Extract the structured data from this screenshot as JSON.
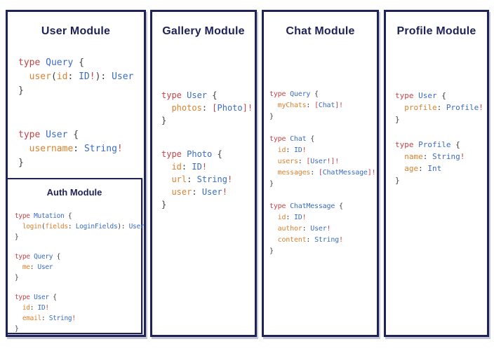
{
  "colors": {
    "navy": "#1f2257",
    "keyword_red": "#c0454a",
    "type_blue": "#3b6cc1",
    "field_orange": "#d9822f",
    "punctuation": "#3d3d3d",
    "background": "#ffffff"
  },
  "panels": [
    {
      "name": "user-module",
      "title": "User Module",
      "blocks": [
        [
          [
            [
              "type ",
              "kw"
            ],
            [
              "Query ",
              "ty"
            ],
            [
              "{",
              "pu"
            ]
          ],
          [
            [
              "  ",
              "pu"
            ],
            [
              "user",
              "fi"
            ],
            [
              "(",
              "pu"
            ],
            [
              "id",
              "fi"
            ],
            [
              ": ",
              "pu"
            ],
            [
              "ID",
              "ty"
            ],
            [
              "!",
              "bg"
            ],
            [
              "): ",
              "pu"
            ],
            [
              "User",
              "ty"
            ]
          ],
          [
            [
              "}",
              "pu"
            ]
          ]
        ],
        [
          [
            [
              "type ",
              "kw"
            ],
            [
              "User ",
              "ty"
            ],
            [
              "{",
              "pu"
            ]
          ],
          [
            [
              "  ",
              "pu"
            ],
            [
              "username",
              "fi"
            ],
            [
              ": ",
              "pu"
            ],
            [
              "String",
              "ty"
            ],
            [
              "!",
              "bg"
            ]
          ],
          [
            [
              "}",
              "pu"
            ]
          ]
        ]
      ],
      "nested": {
        "name": "auth-module",
        "title": "Auth Module",
        "blocks": [
          [
            [
              [
                "type ",
                "kw"
              ],
              [
                "Mutation ",
                "ty"
              ],
              [
                "{",
                "pu"
              ]
            ],
            [
              [
                "  ",
                "pu"
              ],
              [
                "login",
                "fi"
              ],
              [
                "(",
                "pu"
              ],
              [
                "fields",
                "fi"
              ],
              [
                ": ",
                "pu"
              ],
              [
                "LoginFields",
                "ty"
              ],
              [
                "): ",
                "pu"
              ],
              [
                "User",
                "ty"
              ]
            ],
            [
              [
                "}",
                "pu"
              ]
            ]
          ],
          [
            [
              [
                "type ",
                "kw"
              ],
              [
                "Query ",
                "ty"
              ],
              [
                "{",
                "pu"
              ]
            ],
            [
              [
                "  ",
                "pu"
              ],
              [
                "me",
                "fi"
              ],
              [
                ": ",
                "pu"
              ],
              [
                "User",
                "ty"
              ]
            ],
            [
              [
                "}",
                "pu"
              ]
            ]
          ],
          [
            [
              [
                "type ",
                "kw"
              ],
              [
                "User ",
                "ty"
              ],
              [
                "{",
                "pu"
              ]
            ],
            [
              [
                "  ",
                "pu"
              ],
              [
                "id",
                "fi"
              ],
              [
                ": ",
                "pu"
              ],
              [
                "ID",
                "ty"
              ],
              [
                "!",
                "bg"
              ]
            ],
            [
              [
                "  ",
                "pu"
              ],
              [
                "email",
                "fi"
              ],
              [
                ": ",
                "pu"
              ],
              [
                "String",
                "ty"
              ],
              [
                "!",
                "bg"
              ]
            ],
            [
              [
                "}",
                "pu"
              ]
            ]
          ]
        ]
      }
    },
    {
      "name": "gallery-module",
      "title": "Gallery Module",
      "blocks": [
        [
          [
            [
              "type ",
              "kw"
            ],
            [
              "User ",
              "ty"
            ],
            [
              "{",
              "pu"
            ]
          ],
          [
            [
              "  ",
              "pu"
            ],
            [
              "photos",
              "fi"
            ],
            [
              ": ",
              "pu"
            ],
            [
              "[",
              "bg"
            ],
            [
              "Photo",
              "ty"
            ],
            [
              "]",
              "bg"
            ],
            [
              "!",
              "bg"
            ]
          ],
          [
            [
              "}",
              "pu"
            ]
          ]
        ],
        [
          [
            [
              "type ",
              "kw"
            ],
            [
              "Photo ",
              "ty"
            ],
            [
              "{",
              "pu"
            ]
          ],
          [
            [
              "  ",
              "pu"
            ],
            [
              "id",
              "fi"
            ],
            [
              ": ",
              "pu"
            ],
            [
              "ID",
              "ty"
            ],
            [
              "!",
              "bg"
            ]
          ],
          [
            [
              "  ",
              "pu"
            ],
            [
              "url",
              "fi"
            ],
            [
              ": ",
              "pu"
            ],
            [
              "String",
              "ty"
            ],
            [
              "!",
              "bg"
            ]
          ],
          [
            [
              "  ",
              "pu"
            ],
            [
              "user",
              "fi"
            ],
            [
              ": ",
              "pu"
            ],
            [
              "User",
              "ty"
            ],
            [
              "!",
              "bg"
            ]
          ],
          [
            [
              "}",
              "pu"
            ]
          ]
        ]
      ]
    },
    {
      "name": "chat-module",
      "title": "Chat Module",
      "blocks": [
        [
          [
            [
              "type ",
              "kw"
            ],
            [
              "Query ",
              "ty"
            ],
            [
              "{",
              "pu"
            ]
          ],
          [
            [
              "  ",
              "pu"
            ],
            [
              "myChats",
              "fi"
            ],
            [
              ": ",
              "pu"
            ],
            [
              "[",
              "bg"
            ],
            [
              "Chat",
              "ty"
            ],
            [
              "]",
              "bg"
            ],
            [
              "!",
              "bg"
            ]
          ],
          [
            [
              "}",
              "pu"
            ]
          ]
        ],
        [
          [
            [
              "type ",
              "kw"
            ],
            [
              "Chat ",
              "ty"
            ],
            [
              "{",
              "pu"
            ]
          ],
          [
            [
              "  ",
              "pu"
            ],
            [
              "id",
              "fi"
            ],
            [
              ": ",
              "pu"
            ],
            [
              "ID",
              "ty"
            ],
            [
              "!",
              "bg"
            ]
          ],
          [
            [
              "  ",
              "pu"
            ],
            [
              "users",
              "fi"
            ],
            [
              ": ",
              "pu"
            ],
            [
              "[",
              "bg"
            ],
            [
              "User",
              "ty"
            ],
            [
              "!",
              "bg"
            ],
            [
              "]",
              "bg"
            ],
            [
              "!",
              "bg"
            ]
          ],
          [
            [
              "  ",
              "pu"
            ],
            [
              "messages",
              "fi"
            ],
            [
              ": ",
              "pu"
            ],
            [
              "[",
              "bg"
            ],
            [
              "ChatMessage",
              "ty"
            ],
            [
              "]",
              "bg"
            ],
            [
              "!",
              "bg"
            ]
          ],
          [
            [
              "}",
              "pu"
            ]
          ]
        ],
        [
          [
            [
              "type ",
              "kw"
            ],
            [
              "ChatMessage ",
              "ty"
            ],
            [
              "{",
              "pu"
            ]
          ],
          [
            [
              "  ",
              "pu"
            ],
            [
              "id",
              "fi"
            ],
            [
              ": ",
              "pu"
            ],
            [
              "ID",
              "ty"
            ],
            [
              "!",
              "bg"
            ]
          ],
          [
            [
              "  ",
              "pu"
            ],
            [
              "author",
              "fi"
            ],
            [
              ": ",
              "pu"
            ],
            [
              "User",
              "ty"
            ],
            [
              "!",
              "bg"
            ]
          ],
          [
            [
              "  ",
              "pu"
            ],
            [
              "content",
              "fi"
            ],
            [
              ": ",
              "pu"
            ],
            [
              "String",
              "ty"
            ],
            [
              "!",
              "bg"
            ]
          ],
          [
            [
              "}",
              "pu"
            ]
          ]
        ]
      ]
    },
    {
      "name": "profile-module",
      "title": "Profile Module",
      "blocks": [
        [
          [
            [
              "type ",
              "kw"
            ],
            [
              "User ",
              "ty"
            ],
            [
              "{",
              "pu"
            ]
          ],
          [
            [
              "  ",
              "pu"
            ],
            [
              "profile",
              "fi"
            ],
            [
              ": ",
              "pu"
            ],
            [
              "Profile",
              "ty"
            ],
            [
              "!",
              "bg"
            ]
          ],
          [
            [
              "}",
              "pu"
            ]
          ]
        ],
        [
          [
            [
              "type ",
              "kw"
            ],
            [
              "Profile ",
              "ty"
            ],
            [
              "{",
              "pu"
            ]
          ],
          [
            [
              "  ",
              "pu"
            ],
            [
              "name",
              "fi"
            ],
            [
              ": ",
              "pu"
            ],
            [
              "String",
              "ty"
            ],
            [
              "!",
              "bg"
            ]
          ],
          [
            [
              "  ",
              "pu"
            ],
            [
              "age",
              "fi"
            ],
            [
              ": ",
              "pu"
            ],
            [
              "Int",
              "ty"
            ]
          ],
          [
            [
              "}",
              "pu"
            ]
          ]
        ]
      ]
    }
  ]
}
